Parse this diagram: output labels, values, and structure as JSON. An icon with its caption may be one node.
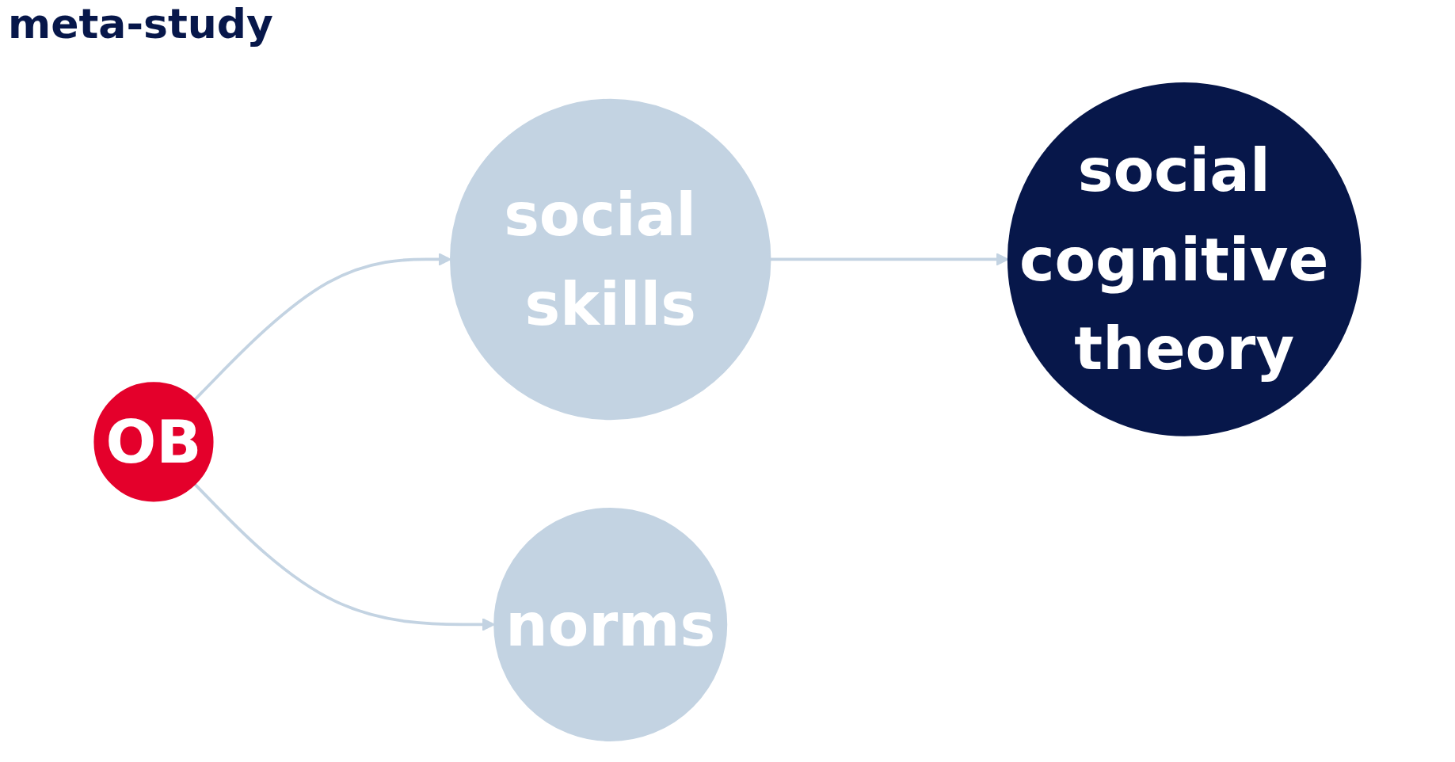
{
  "diagram": {
    "title": "meta-study",
    "nodes": [
      {
        "text": [
          "OB"
        ]
      },
      {
        "text": [
          "social skills"
        ]
      },
      {
        "text": [
          "norms"
        ]
      },
      {
        "text": [
          "social cognitive theory"
        ]
      }
    ],
    "edges": [
      {
        "from": 0,
        "to": 1,
        "arrow": "to"
      },
      {
        "from": 0,
        "to": 2,
        "arrow": "to"
      },
      {
        "from": 1,
        "to": 3,
        "arrow": "to"
      }
    ]
  }
}
